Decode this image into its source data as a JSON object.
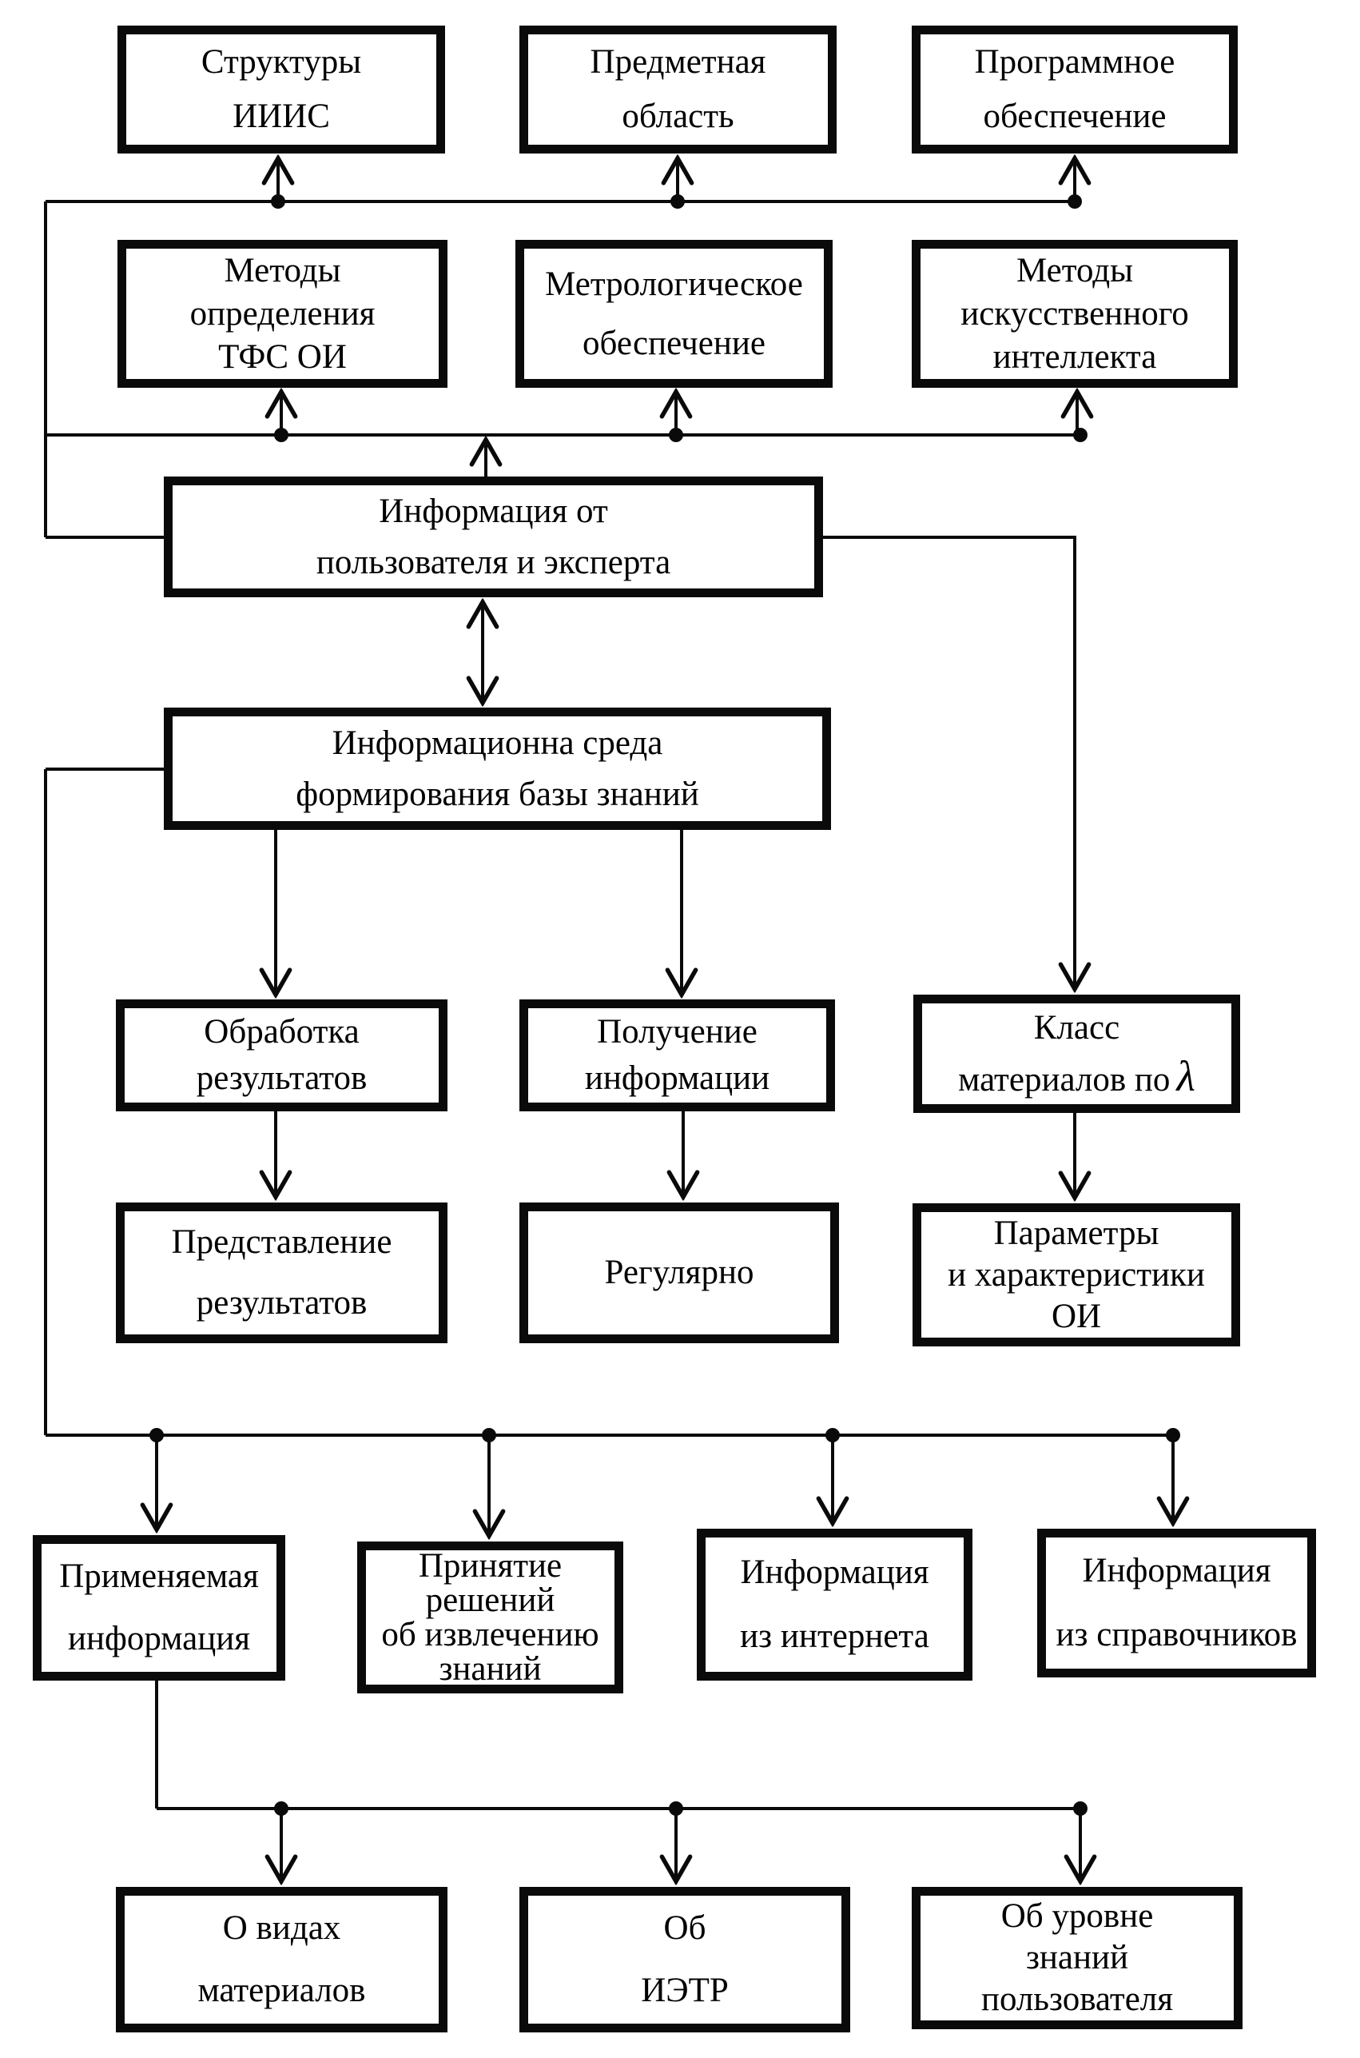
{
  "diagram_title": "",
  "colors": {
    "line": "#0a0a0a",
    "box_border": "#0a0a0a",
    "background": "#ffffff",
    "text": "#000000"
  },
  "nodes": {
    "struktury_iiis": {
      "lines": [
        "Структуры",
        "ИИИС"
      ]
    },
    "predmetnaya_oblast": {
      "lines": [
        "Предметная",
        "область"
      ]
    },
    "programmnoe": {
      "lines": [
        "Программное",
        "обеспечение"
      ]
    },
    "metody_tfs": {
      "lines": [
        "Методы",
        "определения",
        "ТФС ОИ"
      ]
    },
    "metrologicheskoe": {
      "lines": [
        "Метрологическое",
        "обеспечение"
      ]
    },
    "metody_ii": {
      "lines": [
        "Методы",
        "искусственного",
        "интеллекта"
      ]
    },
    "info_polzovatelya": {
      "lines": [
        "Информация от",
        "пользователя и эксперта"
      ]
    },
    "info_sreda": {
      "lines": [
        "Информационна среда",
        "формирования базы знаний"
      ]
    },
    "obrabotka": {
      "lines": [
        "Обработка",
        "результатов"
      ]
    },
    "poluchenie": {
      "lines": [
        "Получение",
        "информации"
      ]
    },
    "klass_materialov": {
      "lines": [
        "Класс",
        "материалов по"
      ],
      "lambda": "λ"
    },
    "predstavlenie": {
      "lines": [
        "Представление",
        "результатов"
      ]
    },
    "regulyarno": {
      "lines": [
        "Регулярно"
      ]
    },
    "parametry_oi": {
      "lines": [
        "Параметры",
        "и характеристики",
        "ОИ"
      ]
    },
    "primenyaemaya": {
      "lines": [
        "Применяемая",
        "информация"
      ]
    },
    "prinyatie_resheniy": {
      "lines": [
        "Принятие",
        "решений",
        "об извлечению",
        "знаний"
      ]
    },
    "info_internet": {
      "lines": [
        "Информация",
        "из интернета"
      ]
    },
    "info_spravochniki": {
      "lines": [
        "Информация",
        "из справочников"
      ]
    },
    "o_vidah": {
      "lines": [
        "О видах",
        "материалов"
      ]
    },
    "ob_ietr": {
      "lines": [
        "Об",
        "ИЭТР"
      ]
    },
    "ob_urovne": {
      "lines": [
        "Об уровне",
        "знаний",
        "пользователя"
      ]
    }
  },
  "edges": [
    {
      "from": "info_polzovatelya",
      "to": "struktury_iiis",
      "via": "left-rail / top bus"
    },
    {
      "from": "info_polzovatelya",
      "to": "predmetnaya_oblast",
      "via": "top bus"
    },
    {
      "from": "info_polzovatelya",
      "to": "programmnoe",
      "via": "top bus"
    },
    {
      "from": "info_polzovatelya",
      "to": "metody_tfs",
      "via": "middle bus"
    },
    {
      "from": "info_polzovatelya",
      "to": "metrologicheskoe",
      "via": "middle bus"
    },
    {
      "from": "info_polzovatelya",
      "to": "metody_ii",
      "via": "middle bus"
    },
    {
      "from": "info_polzovatelya",
      "to": "info_sreda",
      "type": "bidirectional"
    },
    {
      "from": "info_polzovatelya",
      "to": "klass_materialov",
      "via": "right branch"
    },
    {
      "from": "info_sreda",
      "to": "obrabotka"
    },
    {
      "from": "info_sreda",
      "to": "poluchenie"
    },
    {
      "from": "obrabotka",
      "to": "predstavlenie"
    },
    {
      "from": "poluchenie",
      "to": "regulyarno"
    },
    {
      "from": "klass_materialov",
      "to": "parametry_oi"
    },
    {
      "from": "info_sreda",
      "to": "primenyaemaya",
      "via": "left rail / distribution bus"
    },
    {
      "from": "info_sreda",
      "to": "prinyatie_resheniy",
      "via": "distribution bus"
    },
    {
      "from": "info_sreda",
      "to": "info_internet",
      "via": "distribution bus"
    },
    {
      "from": "info_sreda",
      "to": "info_spravochniki",
      "via": "distribution bus"
    },
    {
      "from": "primenyaemaya",
      "to": "o_vidah",
      "via": "lower distribution bus"
    },
    {
      "from": "primenyaemaya",
      "to": "ob_ietr",
      "via": "lower distribution bus"
    },
    {
      "from": "primenyaemaya",
      "to": "ob_urovne",
      "via": "lower distribution bus"
    }
  ]
}
